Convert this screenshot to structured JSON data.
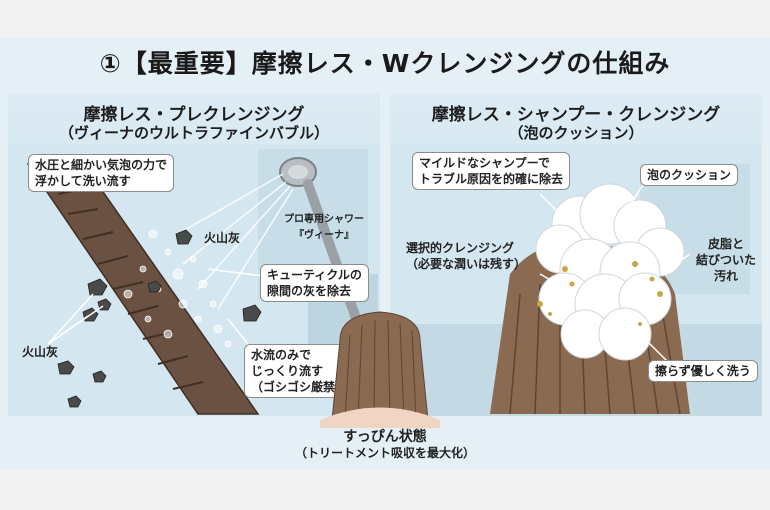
{
  "title": "①【最重要】摩擦レス・Wクレンジングの仕組み",
  "left_panel": {
    "heading": "摩擦レス・プレクレンジング",
    "subheading": "（ヴィーナのウルトラファインバブル）",
    "labels": {
      "water_pressure": "水圧と細かい気泡の力で\n浮かして洗い流す",
      "shower": "プロ専用シャワー\n『ヴィーナ』",
      "volcanic_ash_1": "火山灰",
      "cuticle": "キューティクルの\n隙間の灰を除去",
      "volcanic_ash_2": "火山灰",
      "water_only": "水流のみで\nじっくり流す\n（ゴシゴシ厳禁）"
    }
  },
  "right_panel": {
    "heading": "摩擦レス・シャンプー・クレンジング",
    "subheading": "（泡のクッション）",
    "labels": {
      "mild_shampoo": "マイルドなシャンプーで\nトラブル原因を的確に除去",
      "foam_cushion": "泡のクッション",
      "sebum_dirt": "皮脂と\n結びついた\n汚れ",
      "selective": "選択的クレンジング\n（必要な潤いは残す）",
      "no_rub": "擦らず優しく洗う"
    }
  },
  "bottom": {
    "line1": "すっぴん状態",
    "line2": "（トリートメント吸収を最大化）"
  },
  "colors": {
    "background": "#e4f0f6",
    "hair_strand": "#6b5142",
    "hair_brown": "#8a6a50",
    "foam": "#ffffff",
    "ash": "#4a4a4a"
  }
}
